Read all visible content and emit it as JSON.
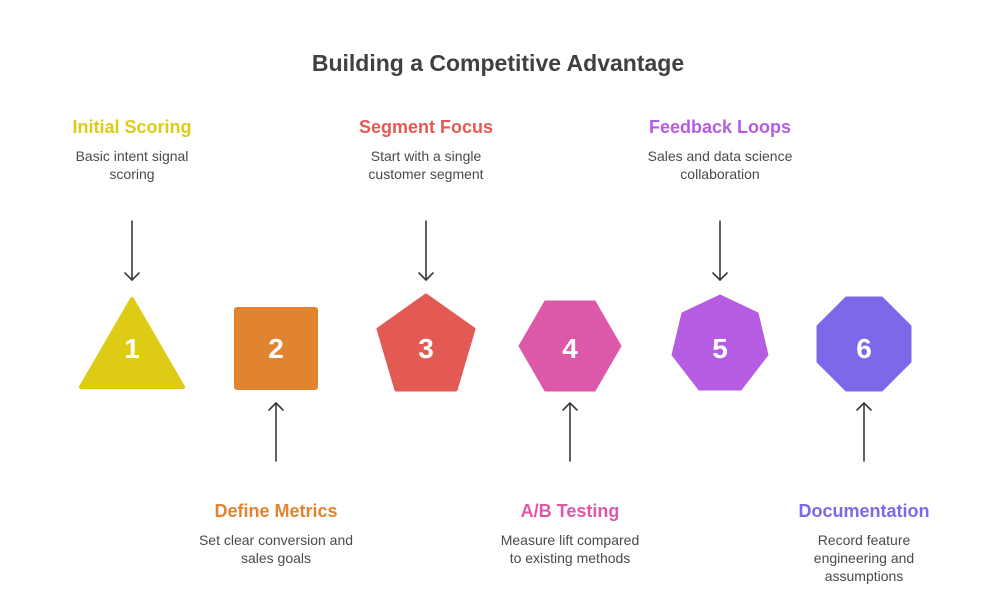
{
  "title": "Building a Competitive Advantage",
  "steps": [
    {
      "number": "1",
      "shape": "triangle",
      "color": "#DDCB15",
      "heading": "Initial Scoring",
      "description_lines": [
        "Basic intent signal",
        "scoring"
      ],
      "label_position": "top"
    },
    {
      "number": "2",
      "shape": "square",
      "color": "#E08430",
      "heading": "Define Metrics",
      "description_lines": [
        "Set clear conversion and",
        "sales goals"
      ],
      "label_position": "bottom"
    },
    {
      "number": "3",
      "shape": "pentagon",
      "color": "#E35A55",
      "heading": "Segment Focus",
      "description_lines": [
        "Start with a single",
        "customer segment"
      ],
      "label_position": "top"
    },
    {
      "number": "4",
      "shape": "hexagon",
      "color": "#DC58A9",
      "heading": "A/B Testing",
      "description_lines": [
        "Measure lift compared",
        "to existing methods"
      ],
      "label_position": "bottom"
    },
    {
      "number": "5",
      "shape": "heptagon",
      "color": "#B55CE2",
      "heading": "Feedback Loops",
      "description_lines": [
        "Sales and data science",
        "collaboration"
      ],
      "label_position": "top"
    },
    {
      "number": "6",
      "shape": "octagon",
      "color": "#7E67E8",
      "heading": "Documentation",
      "description_lines": [
        "Record feature",
        "engineering and",
        "assumptions"
      ],
      "label_position": "bottom"
    }
  ],
  "arrow_color": "#3a3a3a"
}
